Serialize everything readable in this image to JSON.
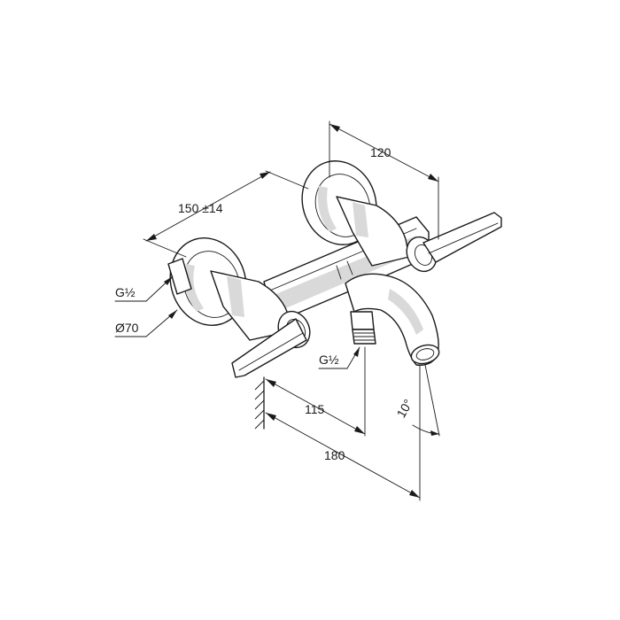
{
  "dimensions": {
    "width_120": "120",
    "spacing": "150 ±14",
    "thread_left": "G½",
    "flange_diameter": "Ø70",
    "thread_bottom": "G½",
    "depth_115": "115",
    "depth_180": "180",
    "angle": "10°"
  }
}
